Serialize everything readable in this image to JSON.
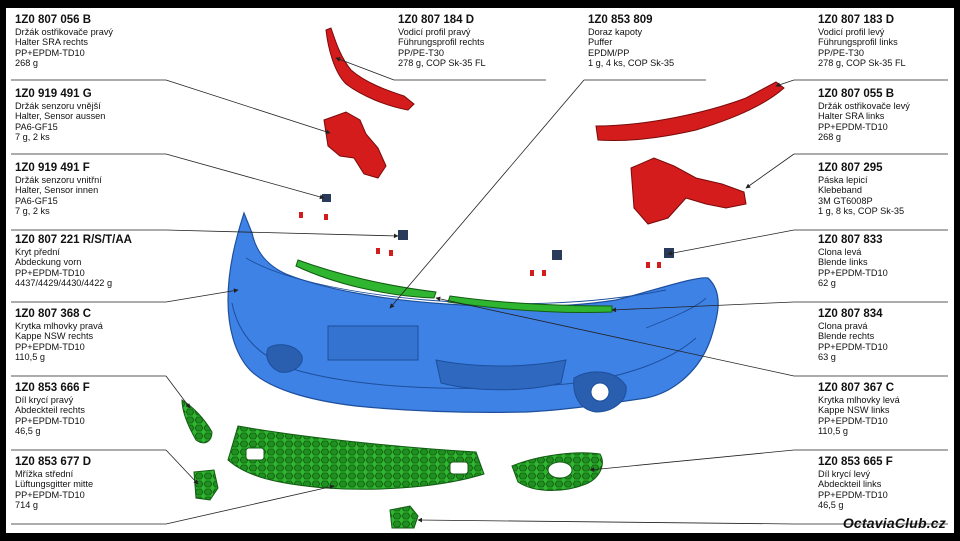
{
  "labels": [
    {
      "pn": "1Z0 807 056 B",
      "lines": [
        "Držák ostřikovače pravý",
        "Halter SRA rechts",
        "PP+EPDM-TD10",
        "268 g"
      ]
    },
    {
      "pn": "1Z0 807 184 D",
      "lines": [
        "Vodicí profil  pravý",
        "Führungsprofil rechts",
        "PP/PE-T30",
        "278 g, COP Sk-35 FL"
      ]
    },
    {
      "pn": "1Z0 853 809",
      "lines": [
        "Doraz kapoty",
        "Puffer",
        "EPDM/PP",
        "1 g, 4 ks, COP Sk-35"
      ]
    },
    {
      "pn": "1Z0 807 183 D",
      "lines": [
        "Vodicí profil  levý",
        "Führungsprofil links",
        "PP/PE-T30",
        "278 g, COP Sk-35 FL"
      ]
    },
    {
      "pn": "1Z0 919 491 G",
      "lines": [
        "Držák senzoru  vnější",
        "Halter, Sensor aussen",
        "PA6-GF15",
        "7 g, 2 ks"
      ]
    },
    {
      "pn": "1Z0 807 055 B",
      "lines": [
        "Držák ostřikovače levý",
        "Halter SRA links",
        "PP+EPDM-TD10",
        "268 g"
      ]
    },
    {
      "pn": "1Z0 919 491 F",
      "lines": [
        "Držák senzoru  vnitřní",
        "Halter, Sensor innen",
        "PA6-GF15",
        "7 g, 2 ks"
      ]
    },
    {
      "pn": "1Z0 807 295",
      "lines": [
        "Páska lepicí",
        "Klebeband",
        "3M GT6008P",
        "1 g, 8 ks, COP Sk-35"
      ]
    },
    {
      "pn": "1Z0 807 221 R/S/T/AA",
      "lines": [
        "Kryt přední",
        "Abdeckung vorn",
        "PP+EPDM-TD10",
        "4437/4429/4430/4422  g"
      ]
    },
    {
      "pn": "1Z0 807 833",
      "lines": [
        "Clona levá",
        "Blende links",
        "PP+EPDM-TD10",
        "62 g"
      ]
    },
    {
      "pn": "1Z0 807 368 C",
      "lines": [
        "Krytka mlhovky pravá",
        "Kappe NSW rechts",
        "PP+EPDM-TD10",
        "110,5 g"
      ]
    },
    {
      "pn": "1Z0 807 834",
      "lines": [
        "Clona pravá",
        "Blende rechts",
        "PP+EPDM-TD10",
        "63 g"
      ]
    },
    {
      "pn": "1Z0 853 666 F",
      "lines": [
        "Díl krycí pravý",
        "Abdeckteil rechts",
        "PP+EPDM-TD10",
        "46,5 g"
      ]
    },
    {
      "pn": "1Z0 807 367 C",
      "lines": [
        "Krytka mlhovky levá",
        "Kappe NSW links",
        "PP+EPDM-TD10",
        "110,5 g"
      ]
    },
    {
      "pn": "1Z0 853 677 D",
      "lines": [
        "Mřížka střední",
        "Lüftungsgitter mitte",
        "PP+EPDM-TD10",
        "714 g"
      ]
    },
    {
      "pn": "1Z0 853 665 F",
      "lines": [
        "Díl krycí levý",
        "Abdeckteil links",
        "PP+EPDM-TD10",
        "46,5 g"
      ]
    }
  ],
  "logo": "OctaviaClub.cz",
  "colors": {
    "bumper": "#3f82e6",
    "bumper_edge": "#1d4f9c",
    "red_parts": "#d41c1c",
    "red_edge": "#7a0a0a",
    "green_parts": "#2fb52f",
    "green_edge": "#135c13",
    "bracket": "#2a3a5a",
    "leader": "#222222"
  }
}
